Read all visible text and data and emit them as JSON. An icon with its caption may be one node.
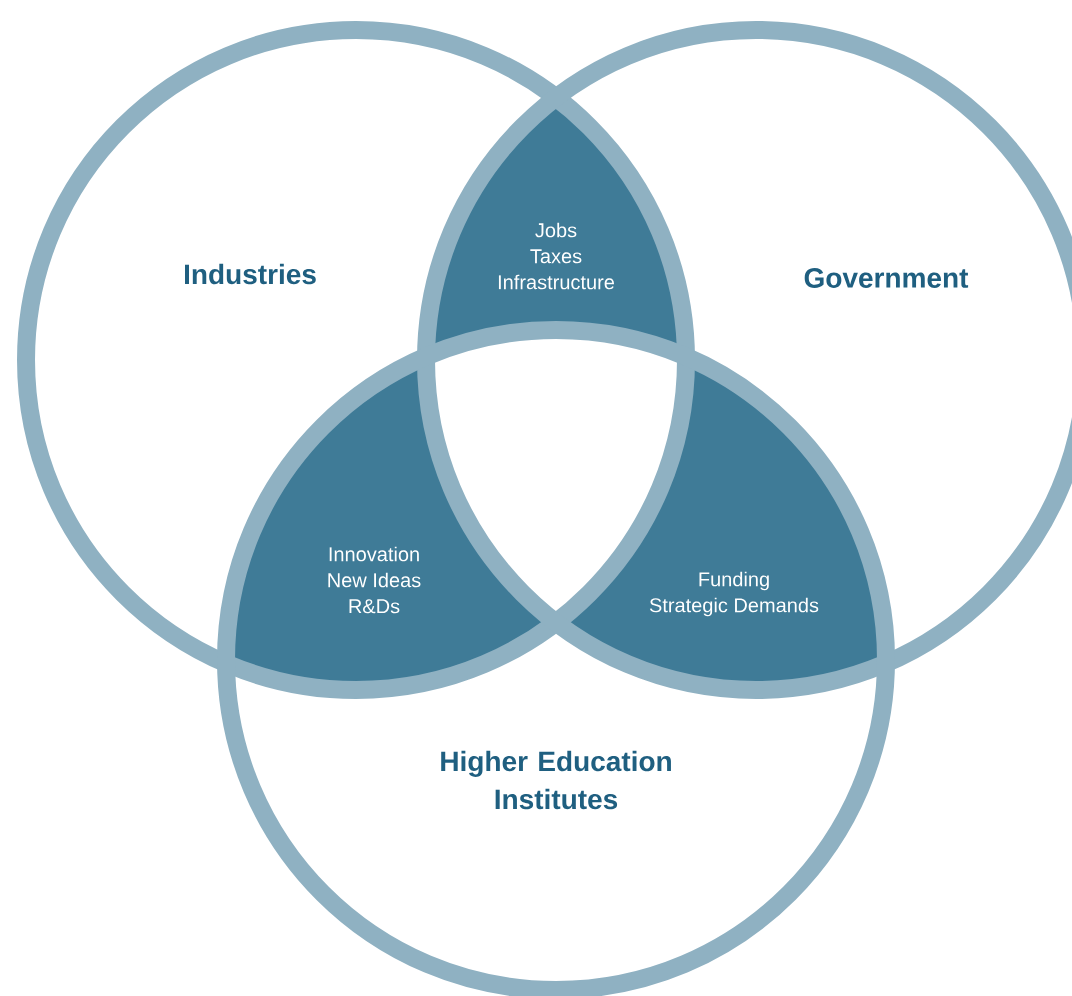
{
  "diagram": {
    "nodes": [
      {
        "text": [
          "Industries"
        ]
      },
      {
        "text": [
          "Government"
        ]
      },
      {
        "text": [
          "Higher Education Institutes"
        ]
      },
      {
        "text": [
          "Jobs",
          "Taxes",
          "Infrastructure"
        ]
      },
      {
        "text": [
          "Innovation",
          "New Ideas",
          "R&Ds"
        ]
      },
      {
        "text": [
          "Funding",
          "Strategic Demands"
        ]
      }
    ]
  }
}
